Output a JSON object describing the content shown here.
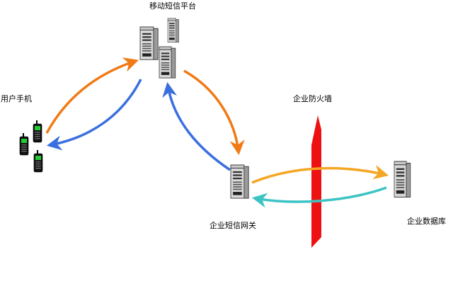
{
  "labels": {
    "platform": "移动短信平台",
    "phone": "用户手机",
    "firewall": "企业防火墙",
    "gateway": "企业短信网关",
    "database": "企业数据库"
  },
  "colors": {
    "orange": "#f07a16",
    "orange_light": "#f5a623",
    "blue": "#3a6fe0",
    "teal": "#3cc3c4",
    "firewall_red": "#ee1111"
  },
  "icons": [
    "server-icon",
    "mobile-phone-icon",
    "firewall-icon"
  ]
}
